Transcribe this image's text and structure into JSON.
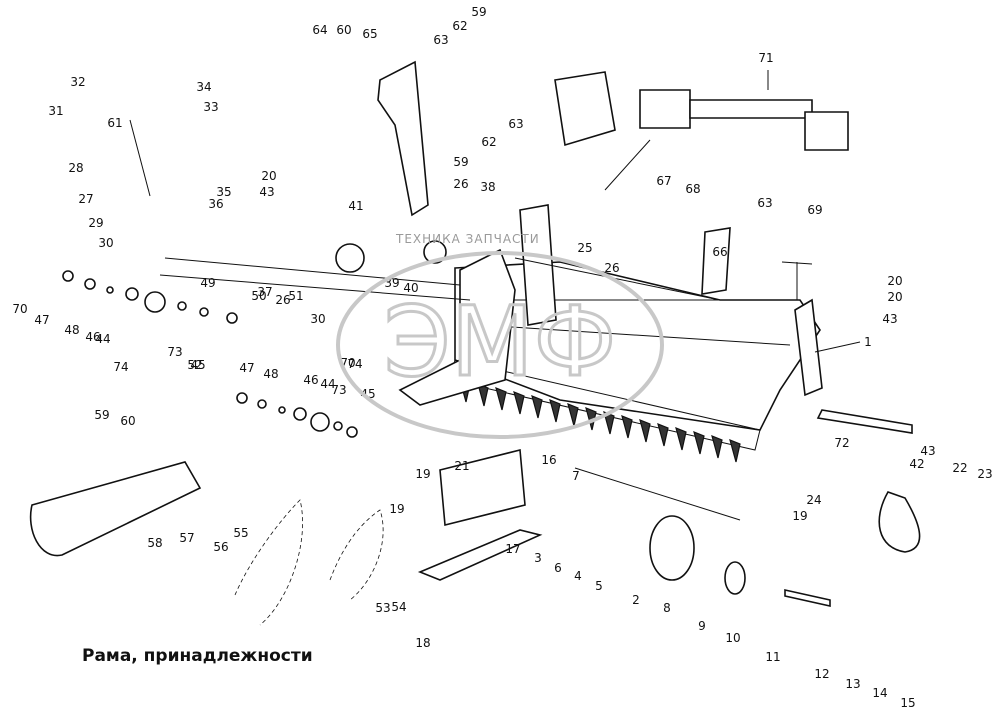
{
  "caption": "Рама, принадлежности",
  "watermark": {
    "text": "ТЕХНИКА    ЗАПЧАСТИ",
    "logo": "ЭМФ"
  },
  "callouts": [
    "1",
    "2",
    "3",
    "4",
    "5",
    "6",
    "7",
    "8",
    "9",
    "10",
    "11",
    "12",
    "13",
    "14",
    "15",
    "16",
    "17",
    "18",
    "19",
    "19",
    "19",
    "20",
    "20",
    "20",
    "21",
    "22",
    "23",
    "24",
    "25",
    "26",
    "26",
    "26",
    "27",
    "28",
    "29",
    "30",
    "30",
    "31",
    "32",
    "33",
    "34",
    "35",
    "36",
    "37",
    "38",
    "39",
    "40",
    "41",
    "42",
    "43",
    "43",
    "43",
    "44",
    "44",
    "45",
    "45",
    "46",
    "46",
    "47",
    "47",
    "48",
    "48",
    "49",
    "50",
    "51",
    "52",
    "53",
    "54",
    "55",
    "56",
    "57",
    "58",
    "59",
    "59",
    "59",
    "60",
    "60",
    "61",
    "62",
    "62",
    "63",
    "63",
    "63",
    "64",
    "65",
    "66",
    "67",
    "68",
    "69",
    "70",
    "70",
    "71",
    "72",
    "73",
    "73",
    "74",
    "74"
  ]
}
